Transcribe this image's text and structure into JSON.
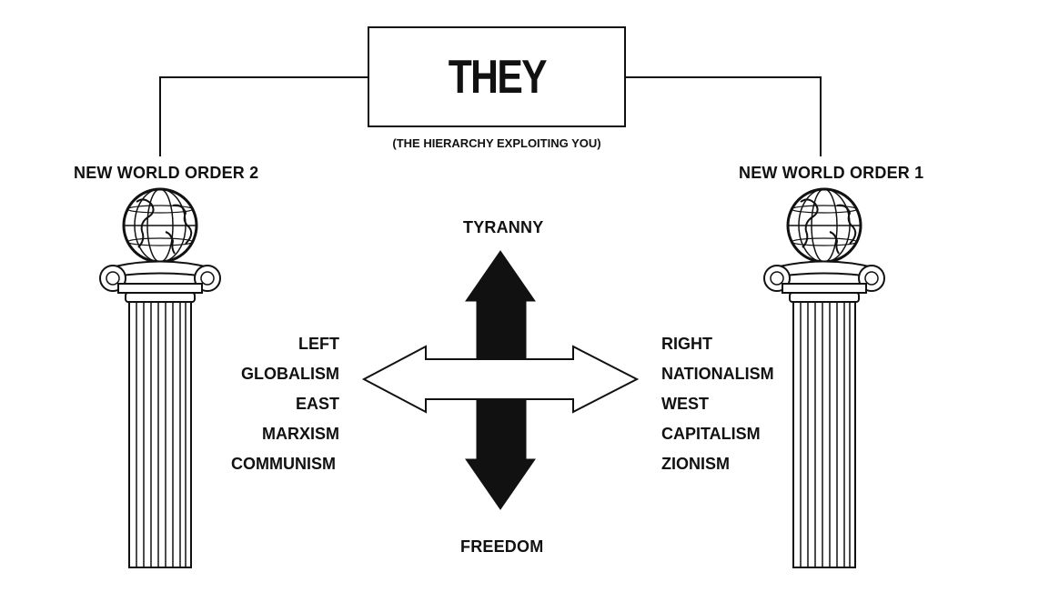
{
  "title": "THEY",
  "subtitle": "(THE HIERARCHY EXPLOITING YOU)",
  "left_pillar": {
    "label": "NEW WORLD ORDER 2",
    "terms": [
      "LEFT",
      "GLOBALISM",
      "EAST",
      "MARXISM",
      "COMMUNISM"
    ]
  },
  "right_pillar": {
    "label": "NEW WORLD ORDER 1",
    "terms": [
      "RIGHT",
      "NATIONALISM",
      "WEST",
      "CAPITALISM",
      "ZIONISM"
    ]
  },
  "axis": {
    "top_label": "TYRANNY",
    "bottom_label": "FREEDOM"
  },
  "icons": {
    "globe": "globe-icon",
    "column": "ionic-column-icon",
    "vertical_arrow": "double-arrow-vertical",
    "horizontal_arrow": "double-arrow-horizontal"
  },
  "colors": {
    "ink": "#111111",
    "background": "#ffffff"
  }
}
